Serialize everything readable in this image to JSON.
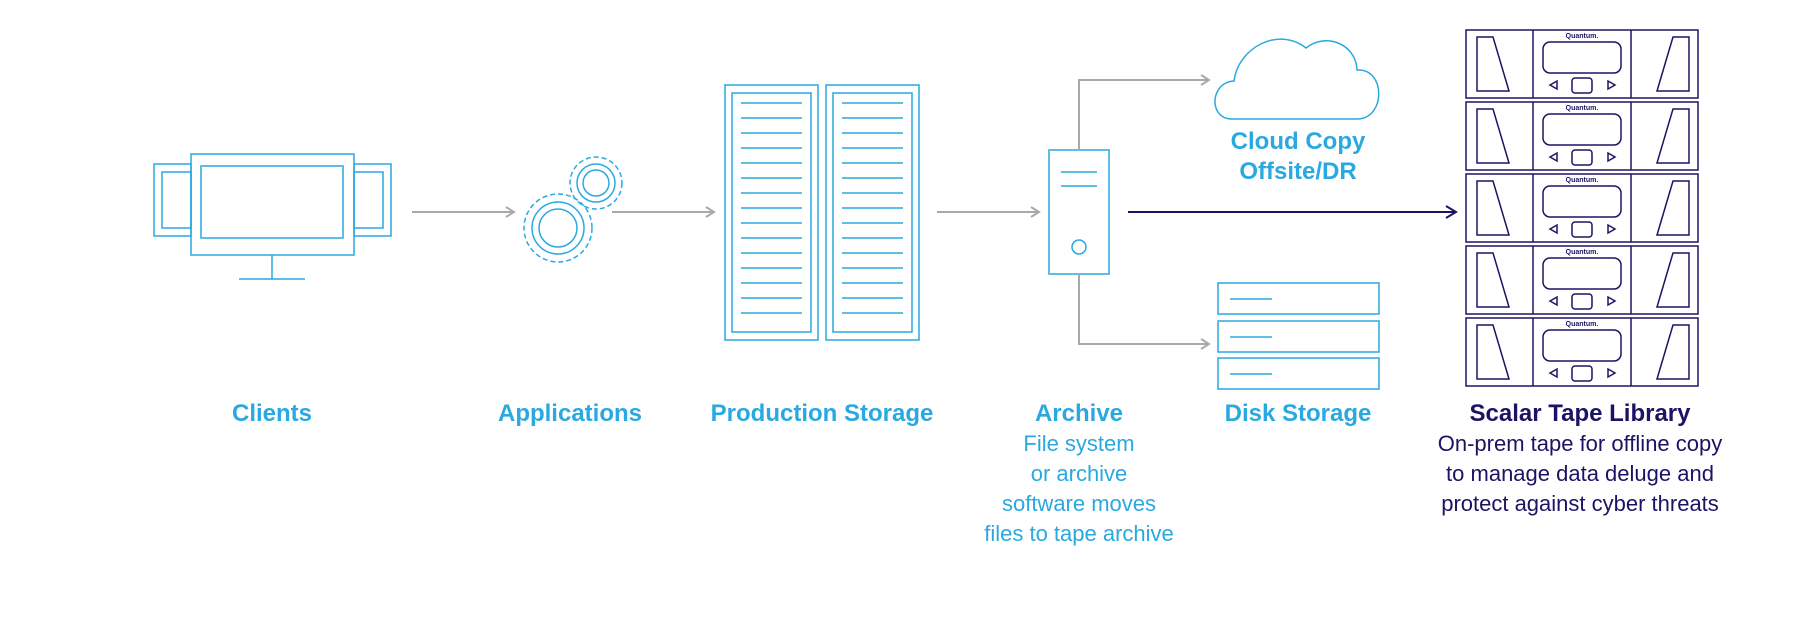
{
  "colors": {
    "accent": "#29a9e0",
    "dark": "#1b1464",
    "arrow": "#a7a9ac"
  },
  "stages": {
    "clients": {
      "title": "Clients",
      "icon": "monitor-icon"
    },
    "applications": {
      "title": "Applications",
      "icon": "gears-icon"
    },
    "production_storage": {
      "title": "Production Storage",
      "icon": "server-rack-icon"
    },
    "archive": {
      "title": "Archive",
      "icon": "server-tower-icon",
      "desc": [
        "File system",
        "or archive",
        "software moves",
        "files to tape archive"
      ]
    },
    "cloud_copy": {
      "title_lines": [
        "Cloud Copy",
        "Offsite/DR"
      ],
      "icon": "cloud-icon"
    },
    "disk_storage": {
      "title": "Disk Storage",
      "icon": "disk-stack-icon"
    },
    "tape_library": {
      "title": "Scalar Tape Library",
      "icon": "tape-library-icon",
      "module_brand": "Quantum.",
      "desc": [
        "On-prem tape for offline copy",
        "to manage data deluge and",
        "protect against cyber threats"
      ]
    }
  }
}
